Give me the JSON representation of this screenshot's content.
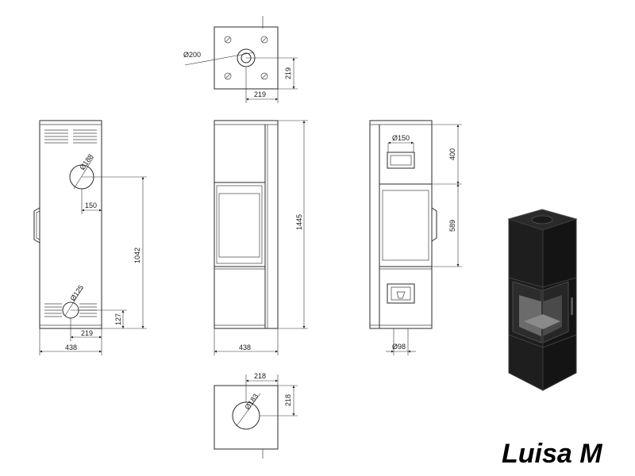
{
  "product_name": "Luisa M",
  "dimensions": {
    "flue_top": "Ø200",
    "top_offset": "219",
    "top_width": "219",
    "side_outlet": "Ø188",
    "side_outlet_offset": "150",
    "side_outlet_height": "1042",
    "air_inlet": "Ø125",
    "air_inlet_height": "127",
    "air_inlet_offset": "219",
    "width_left": "438",
    "width_front": "438",
    "total_height": "1445",
    "back_outlet": "Ø150",
    "back_outlet_height": "400",
    "door_height": "589",
    "bottom_inlet": "Ø98",
    "base_width": "218",
    "base_depth": "218",
    "base_inlet": "Ø183"
  },
  "colors": {
    "line": "#2a2a2a",
    "stove_body": "#1b1b1b",
    "stove_edge": "#3a3a3a"
  }
}
